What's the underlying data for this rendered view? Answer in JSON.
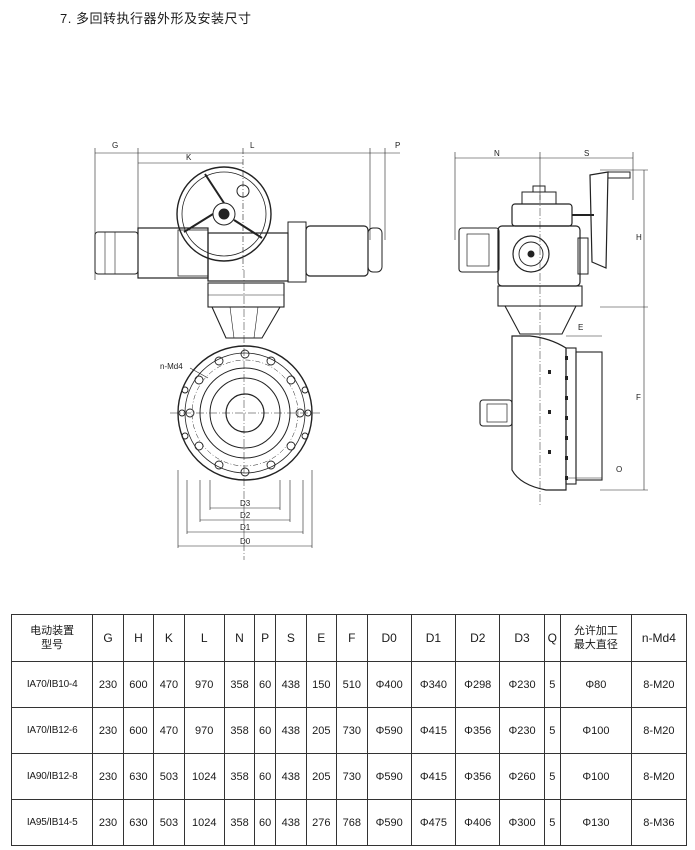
{
  "page": {
    "title": "7. 多回转执行器外形及安装尺寸"
  },
  "drawing_labels": {
    "G": "G",
    "K": "K",
    "L": "L",
    "P": "P",
    "N": "N",
    "S": "S",
    "H": "H",
    "E": "E",
    "F": "F",
    "O": "O",
    "nmd4": "n-Md4",
    "D3": "D3",
    "D2": "D2",
    "D1": "D1",
    "D0": "D0"
  },
  "table": {
    "headers": [
      "电动装置型号",
      "G",
      "H",
      "K",
      "L",
      "N",
      "P",
      "S",
      "E",
      "F",
      "D0",
      "D1",
      "D2",
      "D3",
      "Q",
      "允许加工最大直径",
      "n-Md4"
    ],
    "header_first_line1": "电动装置",
    "header_first_line2": "型号",
    "header_allow_line1": "允许加工",
    "header_allow_line2": "最大直径",
    "rows": [
      [
        "IA70/IB10-4",
        "230",
        "600",
        "470",
        "970",
        "358",
        "60",
        "438",
        "150",
        "510",
        "Φ400",
        "Φ340",
        "Φ298",
        "Φ230",
        "5",
        "Φ80",
        "8-M20"
      ],
      [
        "IA70/IB12-6",
        "230",
        "600",
        "470",
        "970",
        "358",
        "60",
        "438",
        "205",
        "730",
        "Φ590",
        "Φ415",
        "Φ356",
        "Φ230",
        "5",
        "Φ100",
        "8-M20"
      ],
      [
        "IA90/IB12-8",
        "230",
        "630",
        "503",
        "1024",
        "358",
        "60",
        "438",
        "205",
        "730",
        "Φ590",
        "Φ415",
        "Φ356",
        "Φ260",
        "5",
        "Φ100",
        "8-M20"
      ],
      [
        "IA95/IB14-5",
        "230",
        "630",
        "503",
        "1024",
        "358",
        "60",
        "438",
        "276",
        "768",
        "Φ590",
        "Φ475",
        "Φ406",
        "Φ300",
        "5",
        "Φ130",
        "8-M36"
      ]
    ]
  }
}
